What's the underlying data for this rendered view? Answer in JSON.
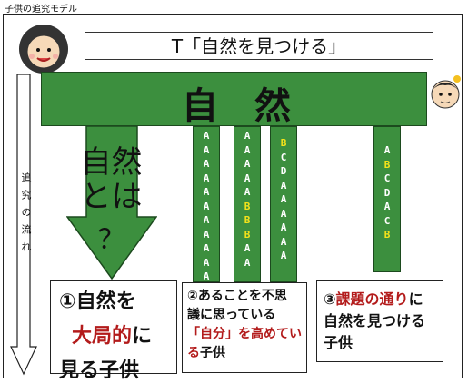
{
  "diagram_label": "子供の追究モデル",
  "theme_box": "T「自然を見つける」",
  "banner": "自然",
  "arrow_text": {
    "line1": "自然",
    "line2": "とは",
    "line3": "？"
  },
  "side_arrow": "追究の流れ",
  "columns": [
    {
      "letters": [
        "A",
        "A",
        "A",
        "A",
        "A",
        "A",
        "A",
        "A",
        "A",
        "A",
        "A"
      ]
    },
    {
      "letters": [
        "A",
        "A",
        "A",
        "A",
        "A",
        "B",
        "B",
        "B",
        "A",
        "A"
      ]
    },
    {
      "letters": [
        "B",
        "C",
        "D",
        "A",
        "A",
        "A",
        "A",
        "A",
        "A"
      ]
    },
    {
      "letters": [
        "A",
        "B",
        "C",
        "D",
        "A",
        "C",
        "B"
      ]
    }
  ],
  "box1": {
    "num": "①",
    "l1": "自然を",
    "l2a": "大局的",
    "l2b": "に",
    "l3": "見る子供"
  },
  "box2": {
    "l1": "②あることを不思",
    "l2": "議に思っている",
    "l3a": "「自分」",
    "l3b": "を高めてい",
    "l4a": "る",
    "l4b": "子供"
  },
  "box3": {
    "l1a": "③",
    "l1b": "課題の通り",
    "l1c": "に",
    "l2": "自然を見つける",
    "l3": "子供"
  }
}
